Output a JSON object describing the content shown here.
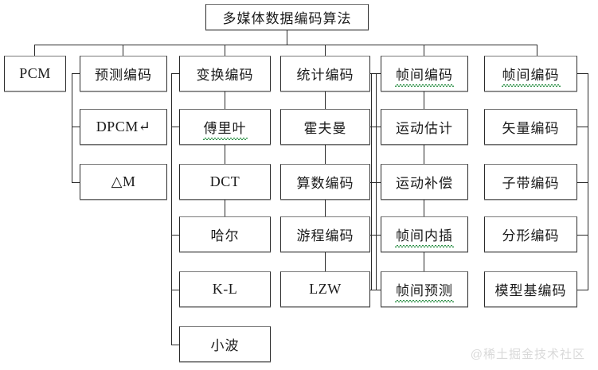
{
  "diagram": {
    "root": {
      "label": "多媒体数据编码算法"
    },
    "watermark": "@稀土掘金技术社区",
    "columns": [
      {
        "id": "pcm",
        "head": {
          "label": "PCM",
          "script": "latin",
          "spellcheck": false
        },
        "children": []
      },
      {
        "id": "predictive-coding",
        "head": {
          "label": "预测编码",
          "script": "cjk",
          "spellcheck": false
        },
        "children": [
          {
            "label": "DPCM↵",
            "script": "latin",
            "spellcheck": false
          },
          {
            "label": "△M",
            "script": "latin",
            "spellcheck": false
          }
        ]
      },
      {
        "id": "transform-coding",
        "head": {
          "label": "变换编码",
          "script": "cjk",
          "spellcheck": false
        },
        "children": [
          {
            "label": "傅里叶",
            "script": "cjk",
            "spellcheck": true
          },
          {
            "label": "DCT",
            "script": "latin",
            "spellcheck": false
          },
          {
            "label": "哈尔",
            "script": "cjk",
            "spellcheck": false
          },
          {
            "label": "K-L",
            "script": "latin",
            "spellcheck": false
          },
          {
            "label": "小波",
            "script": "cjk",
            "spellcheck": false
          }
        ]
      },
      {
        "id": "statistical-coding",
        "head": {
          "label": "统计编码",
          "script": "cjk",
          "spellcheck": false
        },
        "children": [
          {
            "label": "霍夫曼",
            "script": "cjk",
            "spellcheck": false
          },
          {
            "label": "算数编码",
            "script": "cjk",
            "spellcheck": false
          },
          {
            "label": "游程编码",
            "script": "cjk",
            "spellcheck": false
          },
          {
            "label": "LZW",
            "script": "latin",
            "spellcheck": false
          }
        ]
      },
      {
        "id": "interframe-coding",
        "head": {
          "label": "帧间编码",
          "script": "cjk",
          "spellcheck": true
        },
        "children": [
          {
            "label": "运动估计",
            "script": "cjk",
            "spellcheck": false
          },
          {
            "label": "运动补偿",
            "script": "cjk",
            "spellcheck": false
          },
          {
            "label": "帧间内插",
            "script": "cjk",
            "spellcheck": true
          },
          {
            "label": "帧间预测",
            "script": "cjk",
            "spellcheck": true
          }
        ]
      },
      {
        "id": "interframe-coding-2",
        "head": {
          "label": "帧间编码",
          "script": "cjk",
          "spellcheck": true
        },
        "children": [
          {
            "label": "矢量编码",
            "script": "cjk",
            "spellcheck": false
          },
          {
            "label": "子带编码",
            "script": "cjk",
            "spellcheck": false
          },
          {
            "label": "分形编码",
            "script": "cjk",
            "spellcheck": false
          },
          {
            "label": "模型基编码",
            "script": "cjk",
            "spellcheck": false
          }
        ]
      }
    ]
  }
}
